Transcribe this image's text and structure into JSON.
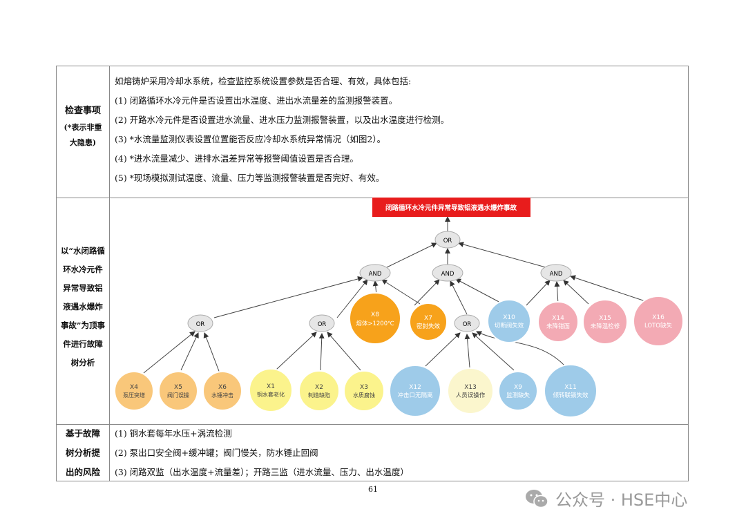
{
  "section1": {
    "label_lines": [
      "检查事项",
      "(*表示非重",
      "大隐患)"
    ],
    "intro": "如熔铸炉采用冷却水系统，检查监控系统设置参数是否合理、有效，具体包括:",
    "items": [
      "(1)  闭路循环水冷元件是否设置出水温度、进出水流量差的监测报警装置。",
      "(2)  开路水冷元件是否设置进水流量、进水压力监测报警装置，以及出水温度进行检测。",
      "(3)  *水流量监测仪表设置位置能否反应冷却水系统异常情况（如图2）。",
      "(4)  *进水流量减少、进排水温差异常等报警阈值设置是否合理。",
      "(5)  *现场模拟测试温度、流量、压力等监测报警装置是否完好、有效。"
    ]
  },
  "section2": {
    "label_lines": [
      "以“水闭路循",
      "环水冷元件",
      "异常导致铝",
      "液遇水爆炸",
      "事故”为顶事",
      "件进行故障",
      "树分析"
    ],
    "top_event": "闭路循环水冷元件异常导致铝液遇水爆炸事故",
    "gates": {
      "or_top": "OR",
      "and1": "AND",
      "and2": "AND",
      "and3": "AND",
      "or1": "OR",
      "or2": "OR",
      "or3": "OR"
    },
    "events": {
      "x8": [
        "X8",
        "熔体>1200℃"
      ],
      "x7": [
        "X7",
        "密封失效"
      ],
      "x10": [
        "X10",
        "切断阀失效"
      ],
      "x14": [
        "X14",
        "未降钳面"
      ],
      "x15": [
        "X15",
        "未降温检修"
      ],
      "x16": [
        "X16",
        "LOTO缺失"
      ],
      "x4": [
        "X4",
        "泵压突增"
      ],
      "x5": [
        "X5",
        "阀门误操"
      ],
      "x6": [
        "X6",
        "水锤冲击"
      ],
      "x1": [
        "X1",
        "铜水套老化"
      ],
      "x2": [
        "X2",
        "制造缺陷"
      ],
      "x3": [
        "X3",
        "水质腐蚀"
      ],
      "x12": [
        "X12",
        "冲击口无隔离"
      ],
      "x13": [
        "X13",
        "人员误操作"
      ],
      "x9": [
        "X9",
        "监测缺失"
      ],
      "x11": [
        "X11",
        "倾转联锁失效"
      ]
    },
    "colors": {
      "top_event_bg": "#e81c1c",
      "gate_fill": "#e6e6e6",
      "orange_fill": "#f7a21b",
      "light_orange_fill": "#f9c77a",
      "yellow_fill": "#fbf38c",
      "light_yellow_fill": "#fbf6cd",
      "blue_fill": "#9ecbe9",
      "pink_fill": "#f3aab4"
    }
  },
  "section3": {
    "label_lines": [
      "基于故障",
      "树分析提",
      "出的风险"
    ],
    "items": [
      "(1)  铜水套每年水压+涡流检测",
      "(2)  泵出口安全阀+缓冲罐；阀门慢关，防水锤止回阀",
      "(3)  闭路双监（出水温度+流量差）；开路三监（进水流量、压力、出水温度）"
    ]
  },
  "page_number": "61",
  "watermark": "公众号 · HSE中心"
}
